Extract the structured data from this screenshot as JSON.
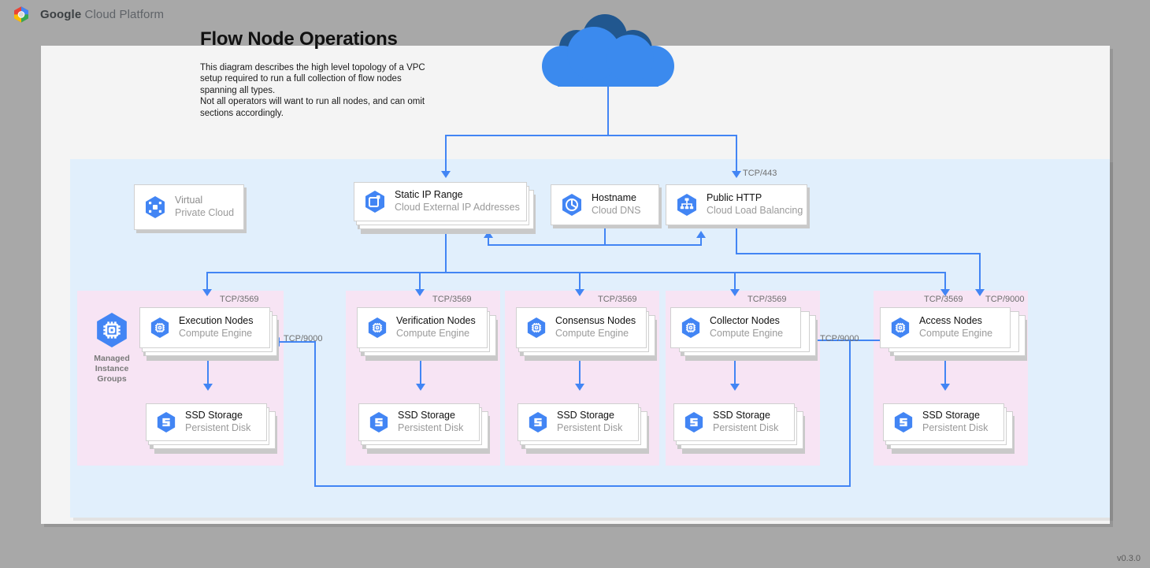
{
  "header": {
    "logo_icon": "google-cloud-hexagon-logo",
    "brand_bold": "Google",
    "brand_rest": " Cloud Platform"
  },
  "diagram": {
    "title": "Flow Node Operations",
    "description": "This diagram describes the high level topology of a VPC setup required to run a full collection of flow nodes spanning all types.\nNot all operators will want to run all nodes, and can omit sections accordingly.",
    "version": "v0.3.0",
    "internet_icon": "cloud-icon"
  },
  "colors": {
    "page_background": "#a8a8a8",
    "canvas": "#f4f4f4",
    "vpc_panel": "#e1effc",
    "group_panel": "#f7e4f4",
    "connector": "#4285f4",
    "icon_blue": "#4285f4",
    "cloud_front": "#3b8aee",
    "cloud_back": "#21578f",
    "title_text": "#111111",
    "sub_text": "#9a9a9a",
    "port_label": "#6f6f6f"
  },
  "top_row": [
    {
      "id": "virtual-private-cloud",
      "title": "Virtual",
      "subtitle": "Private Cloud",
      "icon": "virtual-private-cloud-icon",
      "muted": true,
      "stacked": false
    },
    {
      "id": "static-ip-range",
      "title": "Static IP Range",
      "subtitle": "Cloud External IP Addresses",
      "icon": "cloud-external-ip-addresses-icon",
      "muted": false,
      "stacked": true
    },
    {
      "id": "hostname",
      "title": "Hostname",
      "subtitle": "Cloud DNS",
      "icon": "cloud-dns-icon",
      "muted": false,
      "stacked": false
    },
    {
      "id": "public-http",
      "title": "Public HTTP",
      "subtitle": "Cloud Load Balancing",
      "icon": "cloud-load-balancing-icon",
      "muted": false,
      "stacked": false
    }
  ],
  "groups": [
    {
      "id": "execution",
      "group_label": "Managed\nInstance\nGroups",
      "group_icon": "managed-instance-groups-icon",
      "has_group_label": true,
      "node": {
        "title": "Execution Nodes",
        "subtitle": "Compute Engine",
        "icon": "compute-engine-icon"
      },
      "storage": {
        "title": "SSD Storage",
        "subtitle": "Persistent Disk",
        "icon": "persistent-disk-icon"
      },
      "inbound_label": "TCP/3569"
    },
    {
      "id": "verification",
      "group_label": "",
      "group_icon": "",
      "has_group_label": false,
      "node": {
        "title": "Verification Nodes",
        "subtitle": "Compute Engine",
        "icon": "compute-engine-icon"
      },
      "storage": {
        "title": "SSD Storage",
        "subtitle": "Persistent Disk",
        "icon": "persistent-disk-icon"
      },
      "inbound_label": "TCP/3569"
    },
    {
      "id": "consensus",
      "group_label": "",
      "group_icon": "",
      "has_group_label": false,
      "node": {
        "title": "Consensus Nodes",
        "subtitle": "Compute Engine",
        "icon": "compute-engine-icon"
      },
      "storage": {
        "title": "SSD Storage",
        "subtitle": "Persistent Disk",
        "icon": "persistent-disk-icon"
      },
      "inbound_label": "TCP/3569"
    },
    {
      "id": "collector",
      "group_label": "",
      "group_icon": "",
      "has_group_label": false,
      "node": {
        "title": "Collector Nodes",
        "subtitle": "Compute Engine",
        "icon": "compute-engine-icon"
      },
      "storage": {
        "title": "SSD Storage",
        "subtitle": "Persistent Disk",
        "icon": "persistent-disk-icon"
      },
      "inbound_label": "TCP/3569"
    },
    {
      "id": "access",
      "group_label": "",
      "group_icon": "",
      "has_group_label": false,
      "node": {
        "title": "Access Nodes",
        "subtitle": "Compute Engine",
        "icon": "compute-engine-icon"
      },
      "storage": {
        "title": "SSD Storage",
        "subtitle": "Persistent Disk",
        "icon": "persistent-disk-icon"
      },
      "inbound_label": "TCP/3569"
    }
  ],
  "port_labels": {
    "lb_https": "TCP/443",
    "access_extra": "TCP/9000",
    "collector_in": "TCP/9000",
    "execution_in": "TCP/9000"
  }
}
